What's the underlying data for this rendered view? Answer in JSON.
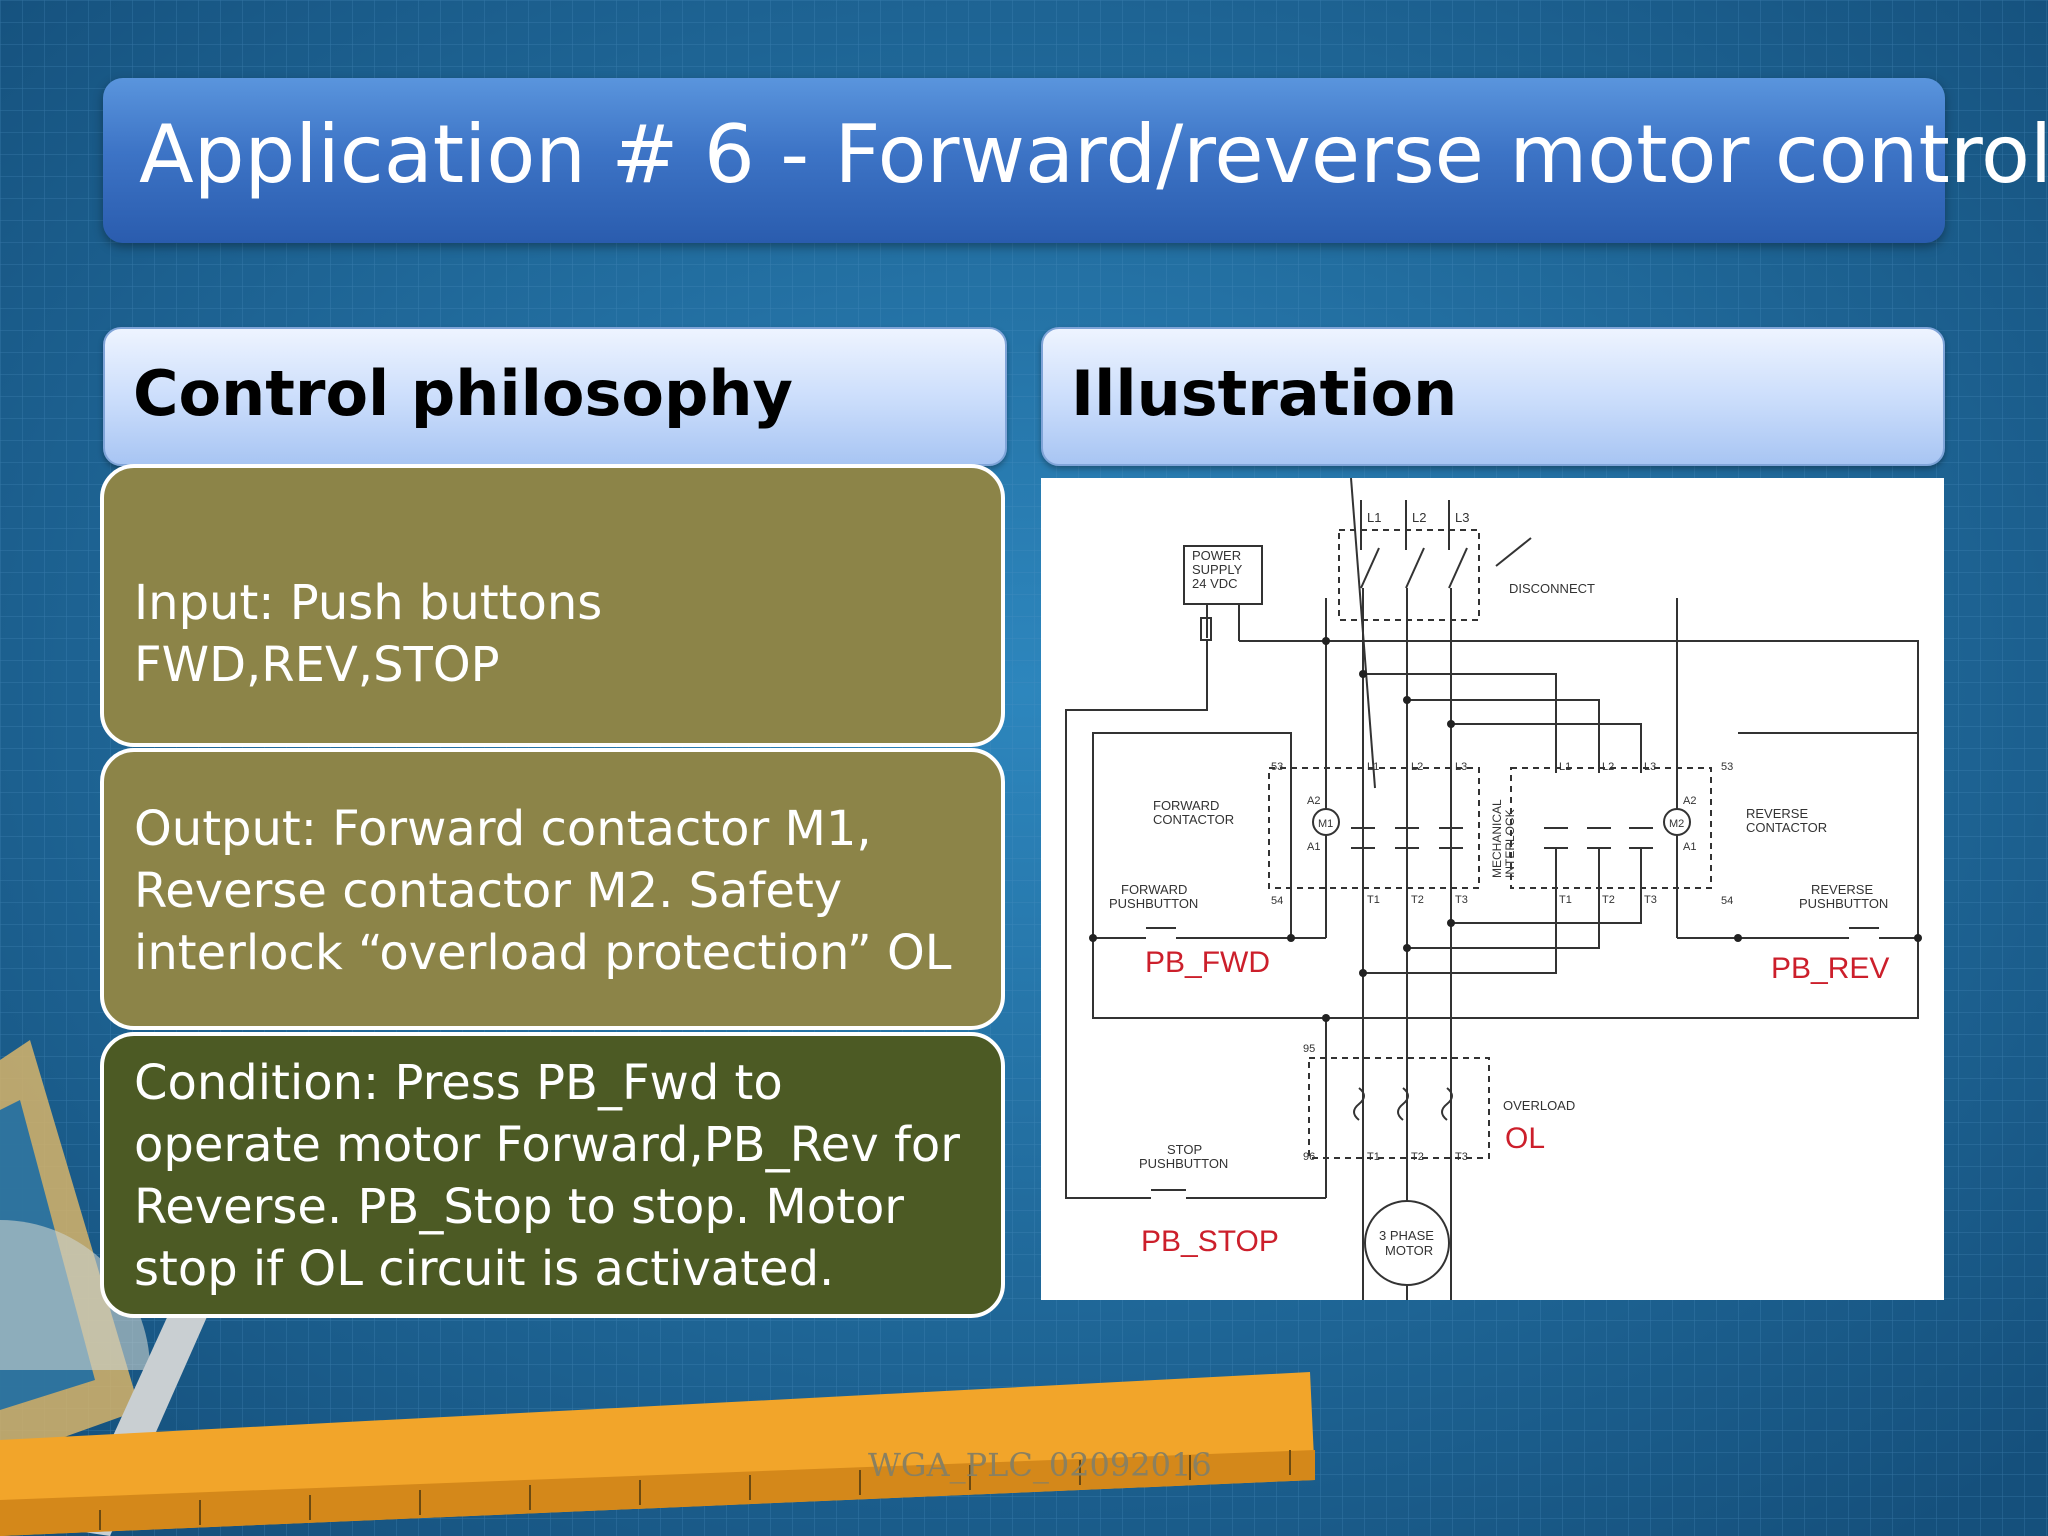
{
  "slide": {
    "title": "Application # 6 - Forward/reverse motor control",
    "left_header": "Control philosophy",
    "right_header": "Illustration",
    "input_text": "Input: Push buttons FWD,REV,STOP",
    "output_text": "Output:  Forward contactor M1, Reverse contactor M2. Safety interlock “overload protection” OL",
    "condition_text": "Condition: Press PB_Fwd to operate motor Forward,PB_Rev  for Reverse. PB_Stop to stop. Motor stop if OL circuit is activated.",
    "footer": "WGA_PLC_02092016"
  },
  "diagram": {
    "power_supply": [
      "POWER",
      "SUPPLY",
      "24 VDC"
    ],
    "lines": [
      "L1",
      "L2",
      "L3"
    ],
    "disconnect": "DISCONNECT",
    "forward_contactor": [
      "FORWARD",
      "CONTACTOR"
    ],
    "reverse_contactor": [
      "REVERSE",
      "CONTACTOR"
    ],
    "forward_pushbutton": [
      "FORWARD",
      "PUSHBUTTON"
    ],
    "reverse_pushbutton": [
      "REVERSE",
      "PUSHBUTTON"
    ],
    "stop_pushbutton": [
      "STOP",
      "PUSHBUTTON"
    ],
    "mechanical_interlock": [
      "MECHANICAL",
      "INTERLOCK"
    ],
    "overload": "OVERLOAD",
    "motor": [
      "3 PHASE",
      "MOTOR"
    ],
    "m1": "M1",
    "m2": "M2",
    "a1": "A1",
    "a2": "A2",
    "terminals": [
      "T1",
      "T2",
      "T3"
    ],
    "aux_53": "53",
    "aux_54": "54",
    "ol_95": "95",
    "ol_96": "96",
    "pb_fwd": "PB_FWD",
    "pb_rev": "PB_REV",
    "pb_stop": "PB_STOP",
    "ol": "OL"
  },
  "colors": {
    "accent_red": "#cc1f2b",
    "input_box": "#8c8448",
    "output_box": "#8c8448",
    "condition_box": "#4c5a24",
    "title_blue": "#3d74c6"
  }
}
